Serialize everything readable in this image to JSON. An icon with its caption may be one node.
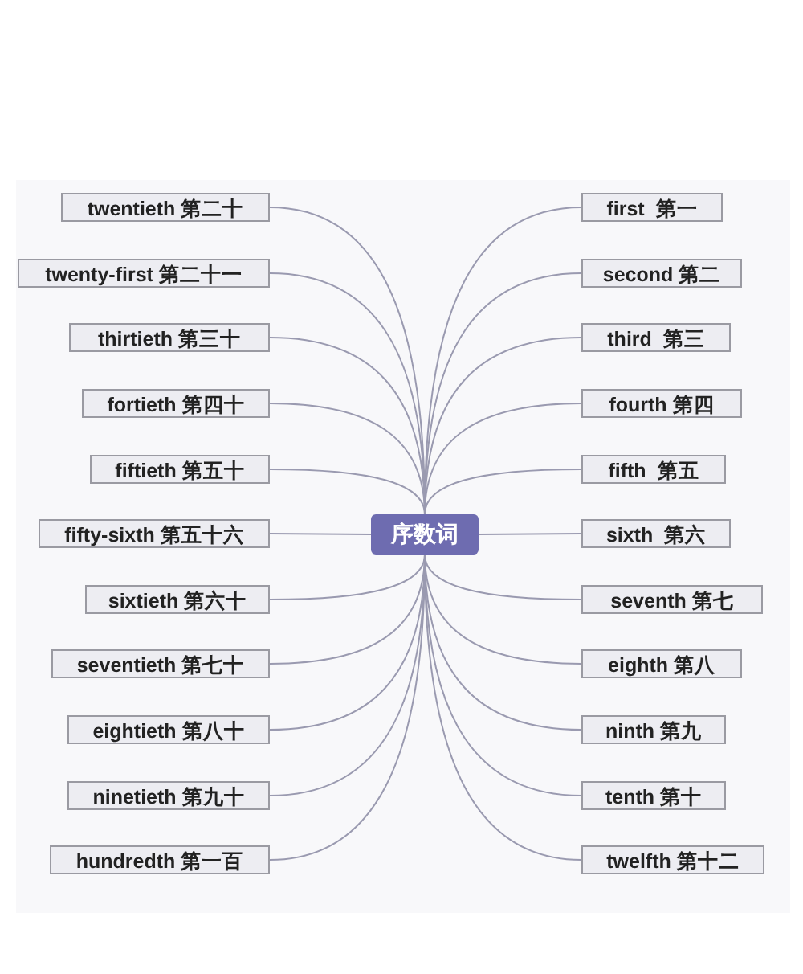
{
  "diagram": {
    "nodes": [
      {
        "text": [
          "序数词"
        ]
      },
      {
        "text": [
          "first  第一"
        ]
      },
      {
        "text": [
          "second 第二"
        ]
      },
      {
        "text": [
          "third  第三"
        ]
      },
      {
        "text": [
          "fourth 第四"
        ]
      },
      {
        "text": [
          "fifth  第五"
        ]
      },
      {
        "text": [
          "sixth  第六"
        ]
      },
      {
        "text": [
          "seventh 第七"
        ]
      },
      {
        "text": [
          "eighth 第八"
        ]
      },
      {
        "text": [
          "ninth 第九"
        ]
      },
      {
        "text": [
          "tenth 第十"
        ]
      },
      {
        "text": [
          "twelfth 第十二"
        ]
      },
      {
        "text": [
          "twentieth 第二十"
        ]
      },
      {
        "text": [
          "twenty-first 第二十一"
        ]
      },
      {
        "text": [
          "thirtieth 第三十"
        ]
      },
      {
        "text": [
          "fortieth 第四十"
        ]
      },
      {
        "text": [
          "fiftieth 第五十"
        ]
      },
      {
        "text": [
          "fifty-sixth 第五十六"
        ]
      },
      {
        "text": [
          "sixtieth 第六十"
        ]
      },
      {
        "text": [
          "seventieth 第七十"
        ]
      },
      {
        "text": [
          "eightieth 第八十"
        ]
      },
      {
        "text": [
          "ninetieth 第九十"
        ]
      },
      {
        "text": [
          "hundredth 第一百"
        ]
      }
    ],
    "edges": [
      {
        "from": 0,
        "to": 1,
        "arrow": "none"
      },
      {
        "from": 0,
        "to": 2,
        "arrow": "none"
      },
      {
        "from": 0,
        "to": 3,
        "arrow": "none"
      },
      {
        "from": 0,
        "to": 4,
        "arrow": "none"
      },
      {
        "from": 0,
        "to": 5,
        "arrow": "none"
      },
      {
        "from": 0,
        "to": 6,
        "arrow": "none"
      },
      {
        "from": 0,
        "to": 7,
        "arrow": "none"
      },
      {
        "from": 0,
        "to": 8,
        "arrow": "none"
      },
      {
        "from": 0,
        "to": 9,
        "arrow": "none"
      },
      {
        "from": 0,
        "to": 10,
        "arrow": "none"
      },
      {
        "from": 0,
        "to": 11,
        "arrow": "none"
      },
      {
        "from": 0,
        "to": 12,
        "arrow": "none"
      },
      {
        "from": 0,
        "to": 13,
        "arrow": "none"
      },
      {
        "from": 0,
        "to": 14,
        "arrow": "none"
      },
      {
        "from": 0,
        "to": 15,
        "arrow": "none"
      },
      {
        "from": 0,
        "to": 16,
        "arrow": "none"
      },
      {
        "from": 0,
        "to": 17,
        "arrow": "none"
      },
      {
        "from": 0,
        "to": 18,
        "arrow": "none"
      },
      {
        "from": 0,
        "to": 19,
        "arrow": "none"
      },
      {
        "from": 0,
        "to": 20,
        "arrow": "none"
      },
      {
        "from": 0,
        "to": 21,
        "arrow": "none"
      },
      {
        "from": 0,
        "to": 22,
        "arrow": "none"
      }
    ]
  }
}
